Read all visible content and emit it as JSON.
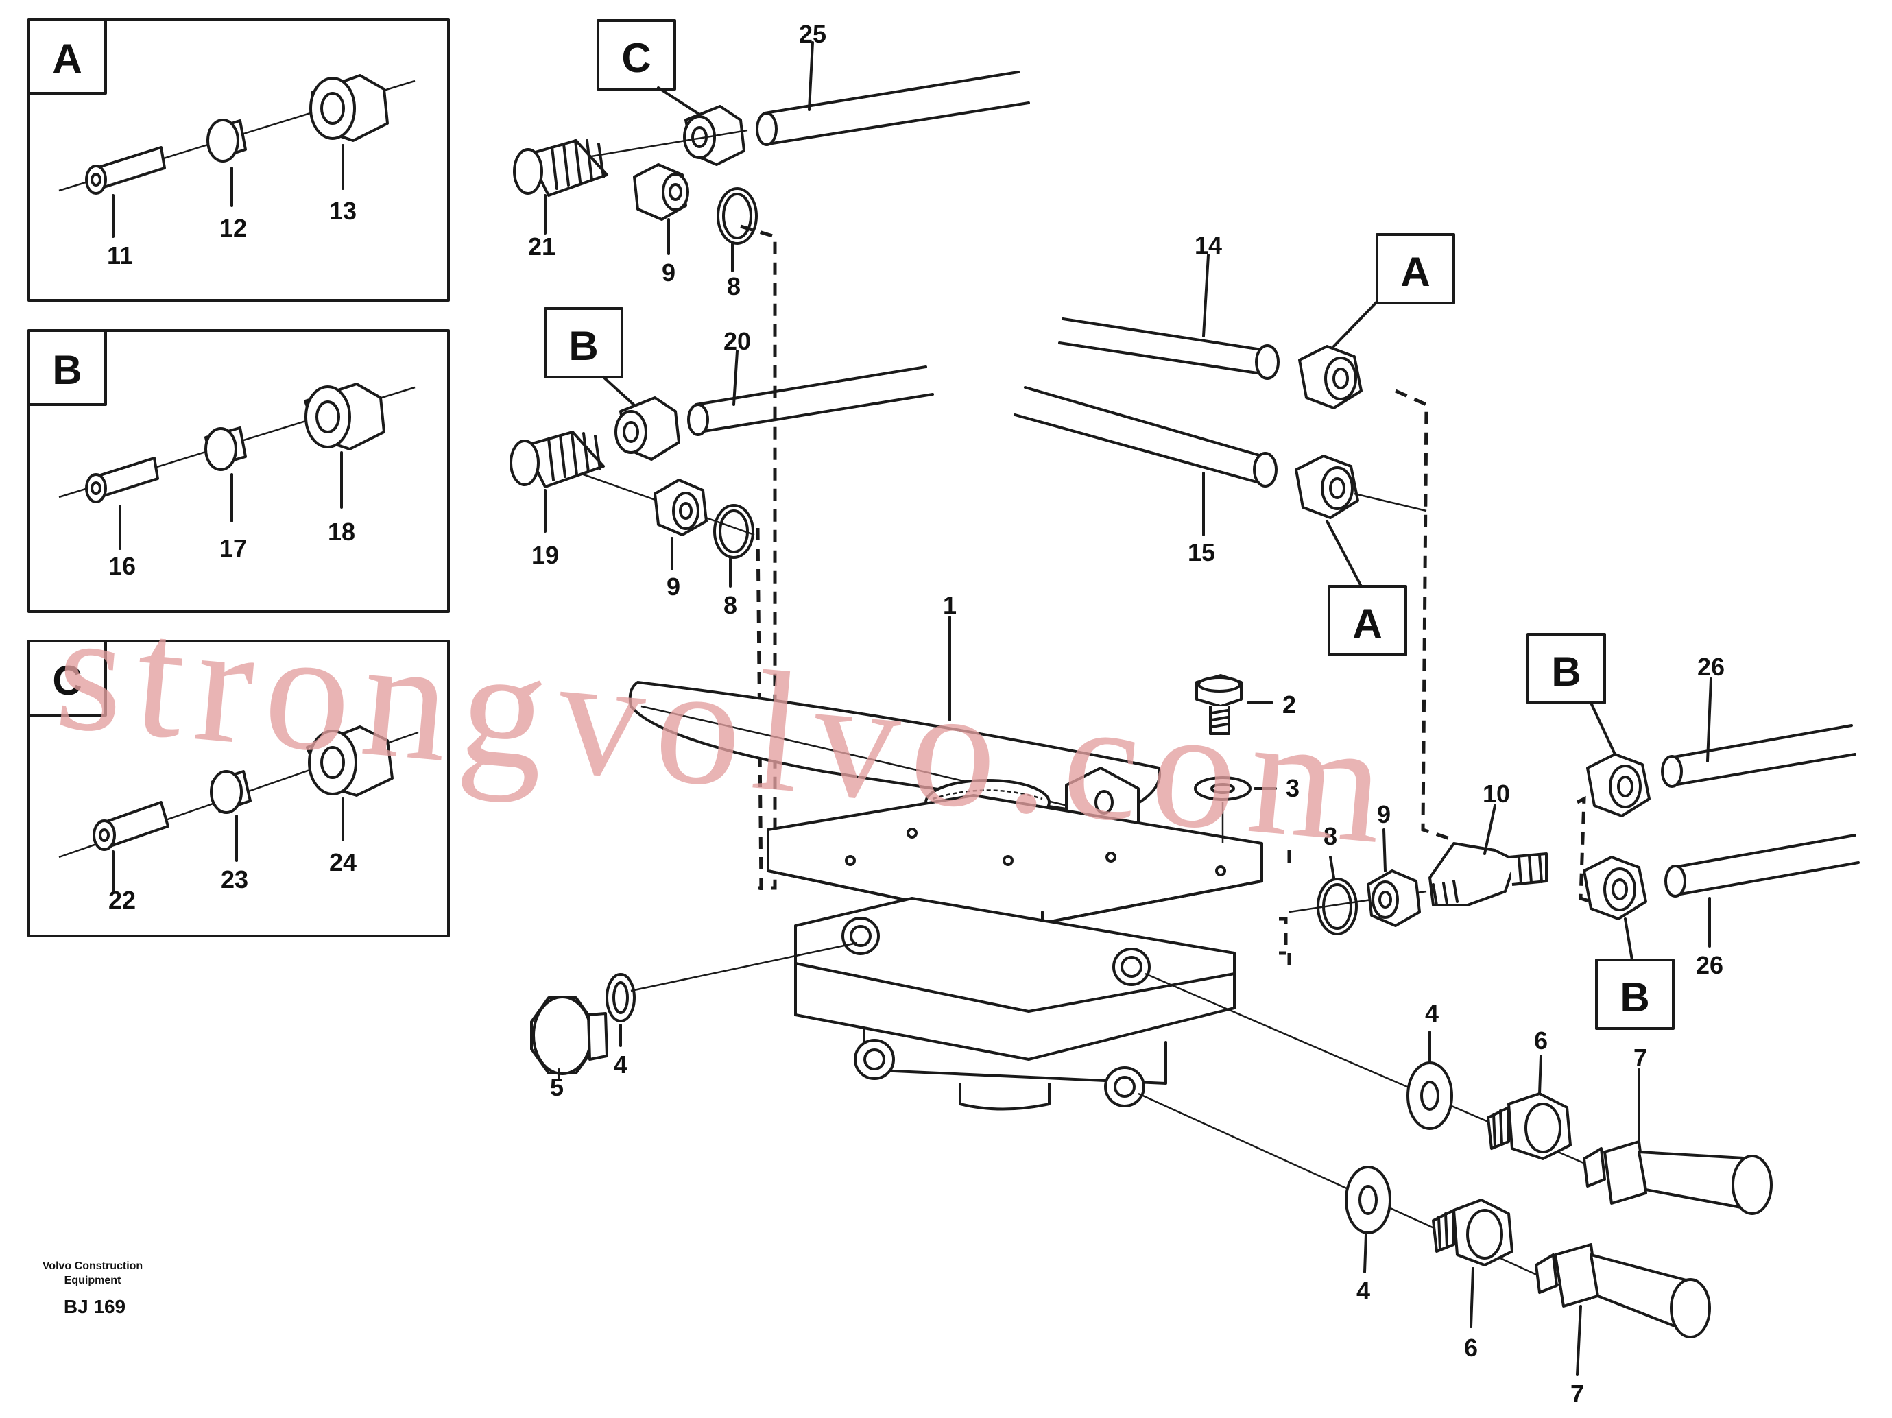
{
  "detail_panels": [
    {
      "letter": "A",
      "labels": [
        "11",
        "12",
        "13"
      ]
    },
    {
      "letter": "B",
      "labels": [
        "16",
        "17",
        "18"
      ]
    },
    {
      "letter": "C",
      "labels": [
        "22",
        "23",
        "24"
      ]
    }
  ],
  "callout_letters": {
    "c_top": "C",
    "b_left": "B",
    "a_upper": "A",
    "a_lower": "A",
    "b_right_upper": "B",
    "b_right_lower": "B"
  },
  "part_labels": {
    "p1": "1",
    "p2": "2",
    "p3": "3",
    "p4a": "4",
    "p4b": "4",
    "p4c": "4",
    "p5": "5",
    "p6a": "6",
    "p6b": "6",
    "p7a": "7",
    "p7b": "7",
    "p8a": "8",
    "p8b": "8",
    "p8c": "8",
    "p9a": "9",
    "p9b": "9",
    "p9c": "9",
    "p10": "10",
    "p14": "14",
    "p15": "15",
    "p19": "19",
    "p20": "20",
    "p21": "21",
    "p25": "25",
    "p26a": "26",
    "p26b": "26"
  },
  "footer": {
    "maker_line1": "Volvo Construction",
    "maker_line2": "Equipment",
    "drawing_code": "BJ 169"
  },
  "watermark": "strongvolvo.com"
}
